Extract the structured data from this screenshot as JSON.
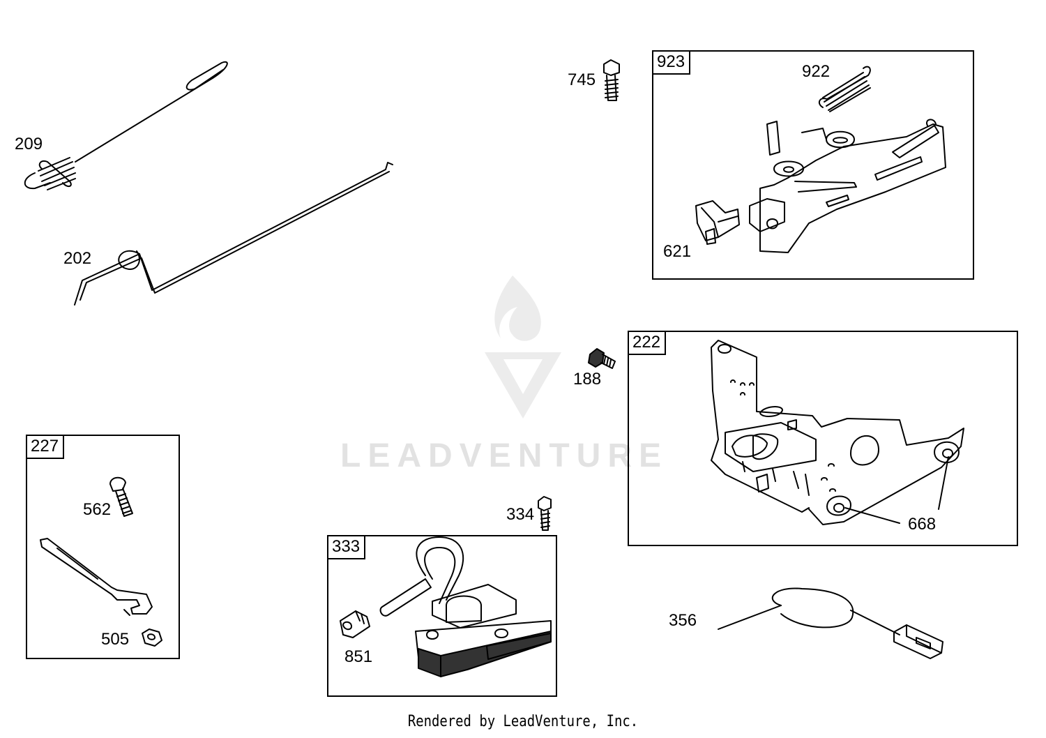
{
  "callouts": {
    "c209": "209",
    "c202": "202",
    "c745": "745",
    "c922": "922",
    "c621": "621",
    "c188": "188",
    "c668": "668",
    "c562": "562",
    "c505": "505",
    "c334": "334",
    "c851": "851",
    "c356": "356"
  },
  "boxes": {
    "b923": "923",
    "b222": "222",
    "b227": "227",
    "b333": "333"
  },
  "watermark": "LEADVENTURE",
  "footer": "Rendered by LeadVenture, Inc.",
  "colors": {
    "line": "#000000",
    "watermark": "#e2e2e2",
    "dark_fill": "#333333"
  }
}
